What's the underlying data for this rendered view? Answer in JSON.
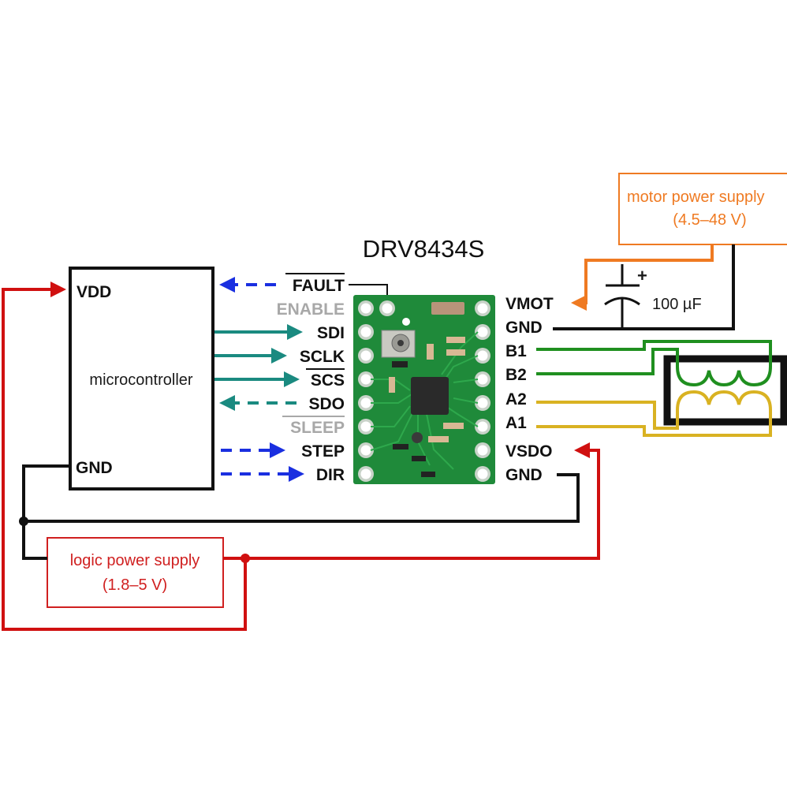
{
  "title": "DRV8434S",
  "microcontroller": {
    "label": "microcontroller",
    "pins": {
      "vdd": "VDD",
      "gnd": "GND"
    }
  },
  "left_pins": [
    {
      "label": "FAULT",
      "overline": true,
      "style": "bold",
      "signal": "blue-dashed-to-mcu"
    },
    {
      "label": "ENABLE",
      "overline": false,
      "style": "gray",
      "signal": "none"
    },
    {
      "label": "SDI",
      "overline": false,
      "style": "bold",
      "signal": "teal-solid-to-driver"
    },
    {
      "label": "SCLK",
      "overline": false,
      "style": "bold",
      "signal": "teal-solid-to-driver"
    },
    {
      "label": "SCS",
      "overline": true,
      "style": "bold",
      "signal": "teal-solid-to-driver"
    },
    {
      "label": "SDO",
      "overline": false,
      "style": "bold",
      "signal": "teal-dashed-to-mcu"
    },
    {
      "label": "SLEEP",
      "overline": true,
      "style": "gray",
      "signal": "none"
    },
    {
      "label": "STEP",
      "overline": false,
      "style": "bold",
      "signal": "blue-dashed-to-driver"
    },
    {
      "label": "DIR",
      "overline": false,
      "style": "bold",
      "signal": "blue-dashed-to-driver"
    }
  ],
  "right_pins": [
    {
      "label": "VMOT"
    },
    {
      "label": "GND"
    },
    {
      "label": "B1"
    },
    {
      "label": "B2"
    },
    {
      "label": "A2"
    },
    {
      "label": "A1"
    },
    {
      "label": "VSDO"
    },
    {
      "label": "GND"
    }
  ],
  "motor_supply": {
    "line1": "motor power supply",
    "line2": "(4.5–48 V)"
  },
  "capacitor": {
    "label": "100 µF",
    "polarity": "+"
  },
  "logic_supply": {
    "line1": "logic power supply",
    "line2": "(1.8–5 V)"
  },
  "colors": {
    "logic_power": "#d01010",
    "motor_power": "#ef7a22",
    "spi": "#1a8a80",
    "step_dir_fault": "#1a2fe0",
    "coil_b": "#1f8f1f",
    "coil_a": "#d9b222",
    "ground": "#111111",
    "pcb": "#1f8a3a"
  }
}
